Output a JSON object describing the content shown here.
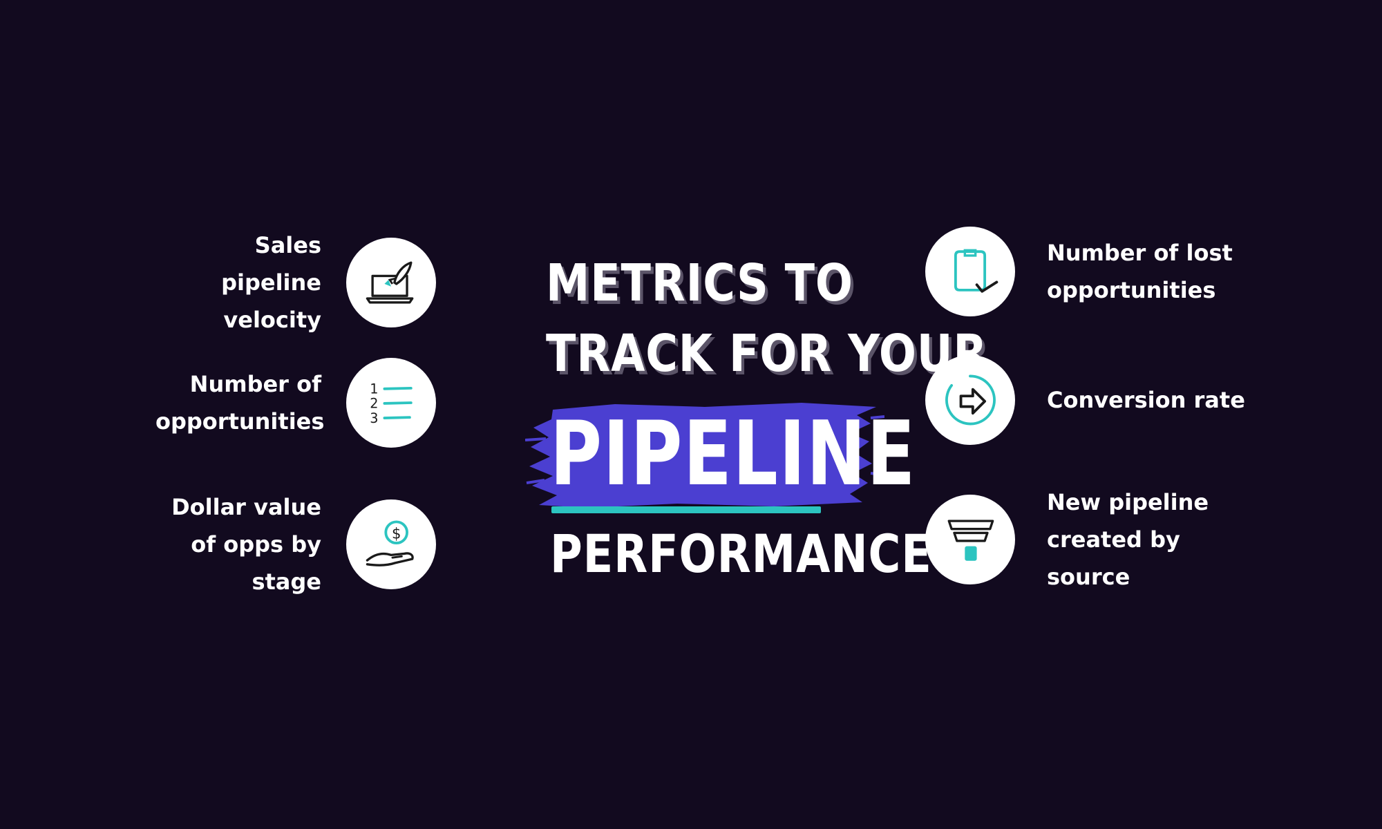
{
  "colors": {
    "background": "#120a1f",
    "accent_purple": "#4b3fd1",
    "accent_teal": "#2cc4c0",
    "text": "#ffffff"
  },
  "headline": {
    "line1": "METRICS TO",
    "line2": "TRACK FOR YOUR",
    "highlight": "PIPELINE",
    "line4": "PERFORMANCE"
  },
  "metrics_left": [
    {
      "label": "Sales pipeline velocity",
      "icon": "laptop-rocket-icon"
    },
    {
      "label": "Number of opportunities",
      "icon": "numbered-list-icon"
    },
    {
      "label": "Dollar value of opps by stage",
      "icon": "hand-coin-icon"
    }
  ],
  "metrics_right": [
    {
      "label": "Number of lost opportunities",
      "icon": "clipboard-check-icon"
    },
    {
      "label": "Conversion rate",
      "icon": "circular-arrow-icon"
    },
    {
      "label": "New pipeline created by source",
      "icon": "funnel-icon"
    }
  ]
}
